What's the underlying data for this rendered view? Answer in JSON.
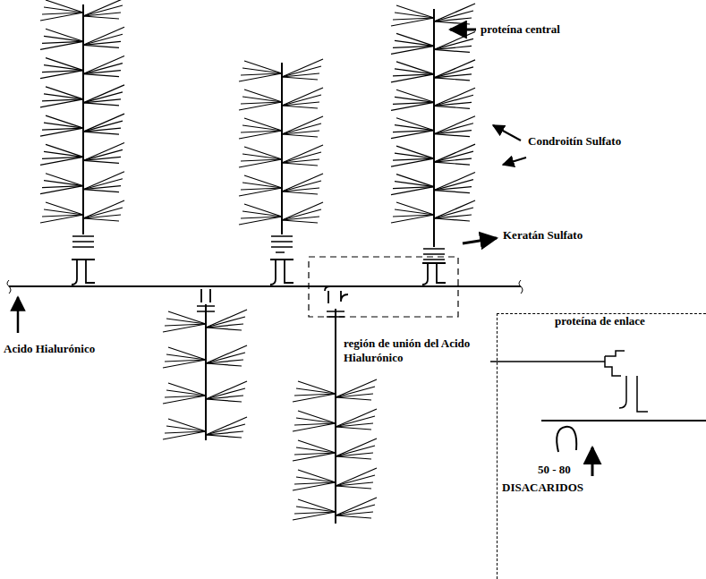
{
  "diagram": {
    "nodes": [
      {
        "text": [
          "proteína de enlace",
          "50 - 80",
          "DISACARIDOS"
        ]
      }
    ],
    "labels": [
      "proteína central",
      "Condroitín Sulfato",
      "Keratán Sulfato",
      "Acido Hialurónico",
      "región de unión del Acido Hialurónico"
    ]
  }
}
